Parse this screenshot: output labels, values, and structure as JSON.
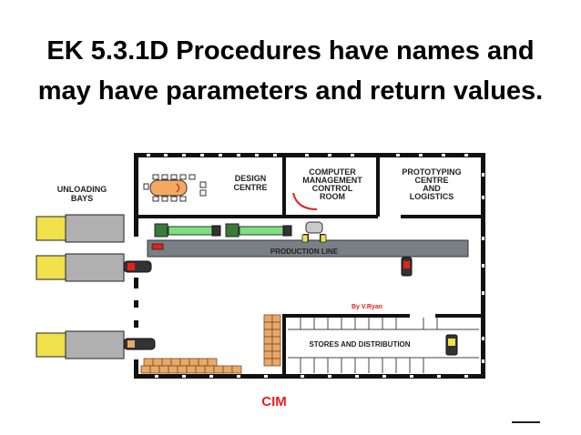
{
  "slide": {
    "title_line1": "EK 5.3.1D Procedures have names and",
    "title_line2": "may have parameters and return values."
  },
  "diagram": {
    "labels": {
      "unloading_line1": "UNLOADING",
      "unloading_line2": "BAYS",
      "design_line1": "DESIGN",
      "design_line2": "CENTRE",
      "computer_line1": "COMPUTER",
      "computer_line2": "MANAGEMENT",
      "computer_line3": "CONTROL",
      "computer_line4": "ROOM",
      "proto_line1": "PROTOTYPING",
      "proto_line2": "CENTRE",
      "proto_line3": "AND",
      "proto_line4": "LOGISTICS",
      "production": "PRODUCTION LINE",
      "stores": "STORES AND DISTRIBUTION",
      "credit": "By V.Ryan",
      "caption": "CIM"
    },
    "colors": {
      "truck_cab": "#f0e04a",
      "truck_body": "#b0b0b0",
      "machine": "#7ee07e",
      "table": "#f4a862",
      "box": "#e8a86a",
      "caption": "#e8201c"
    }
  }
}
